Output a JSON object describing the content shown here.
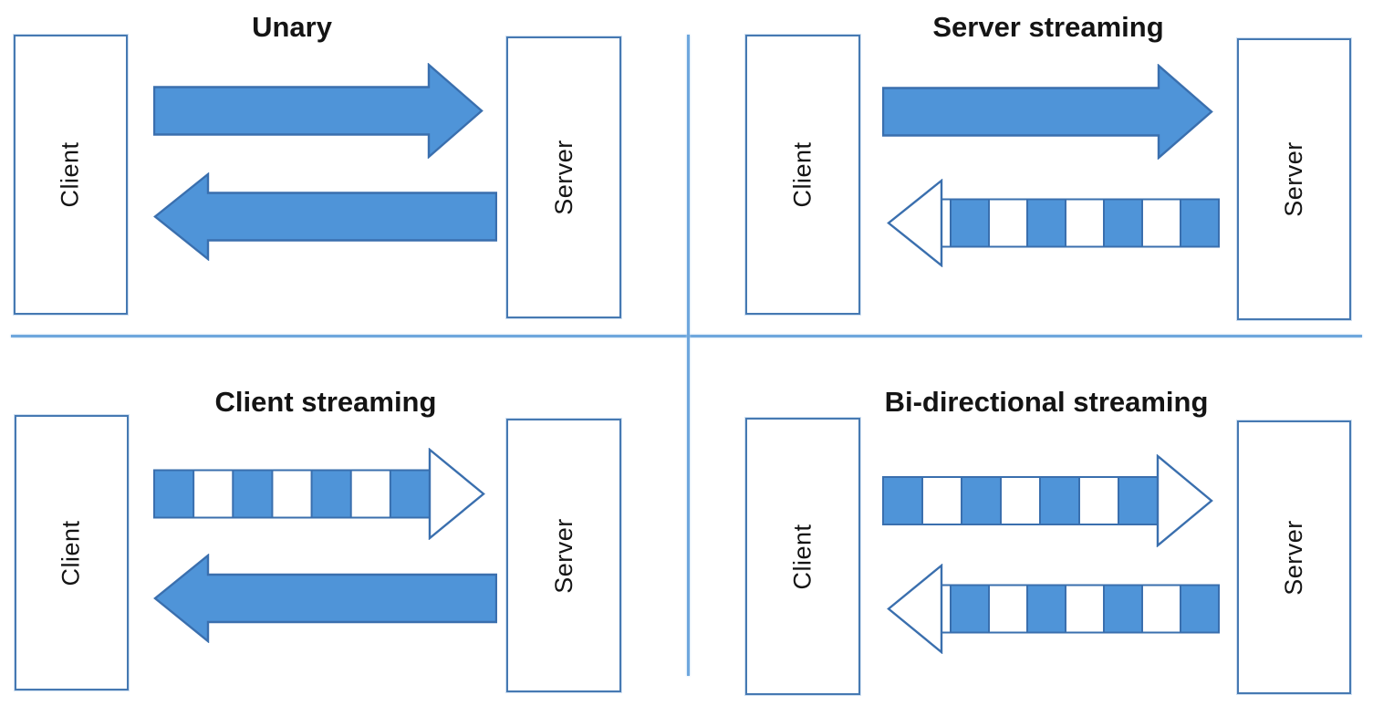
{
  "colors": {
    "background": "#ffffff",
    "arrow_fill": "#4f94d8",
    "arrow_stroke": "#3a6fae",
    "box_border": "#4679b2",
    "divider": "#6ea7dd",
    "text": "#141414"
  },
  "quadrants": [
    {
      "id": "unary",
      "title": "Unary",
      "client_label": "Client",
      "server_label": "Server",
      "arrows": [
        {
          "from": "client",
          "to": "server",
          "style": "solid"
        },
        {
          "from": "server",
          "to": "client",
          "style": "solid"
        }
      ]
    },
    {
      "id": "server-streaming",
      "title": "Server streaming",
      "client_label": "Client",
      "server_label": "Server",
      "arrows": [
        {
          "from": "client",
          "to": "server",
          "style": "solid"
        },
        {
          "from": "server",
          "to": "client",
          "style": "segmented",
          "blue_segments": 4
        }
      ]
    },
    {
      "id": "client-streaming",
      "title": "Client streaming",
      "client_label": "Client",
      "server_label": "Server",
      "arrows": [
        {
          "from": "client",
          "to": "server",
          "style": "segmented",
          "blue_segments": 4
        },
        {
          "from": "server",
          "to": "client",
          "style": "solid"
        }
      ]
    },
    {
      "id": "bidirectional-streaming",
      "title": "Bi-directional streaming",
      "client_label": "Client",
      "server_label": "Server",
      "arrows": [
        {
          "from": "client",
          "to": "server",
          "style": "segmented",
          "blue_segments": 4
        },
        {
          "from": "server",
          "to": "client",
          "style": "segmented",
          "blue_segments": 4
        }
      ]
    }
  ]
}
